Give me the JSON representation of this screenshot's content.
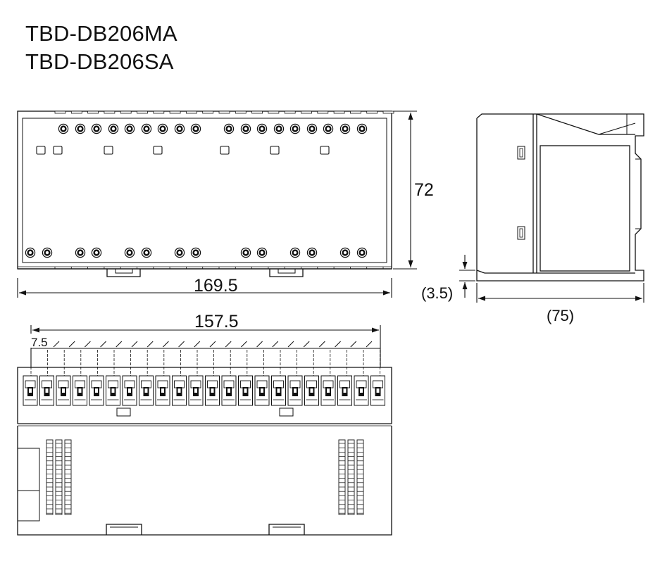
{
  "titles": {
    "line1": "TBD-DB206MA",
    "line2": "TBD-DB206SA"
  },
  "dimensions": {
    "width": "169.5",
    "height": "72",
    "depth": "(75)",
    "rail_offset": "(3.5)",
    "terminal_span": "157.5",
    "terminal_pitch": "7.5"
  }
}
